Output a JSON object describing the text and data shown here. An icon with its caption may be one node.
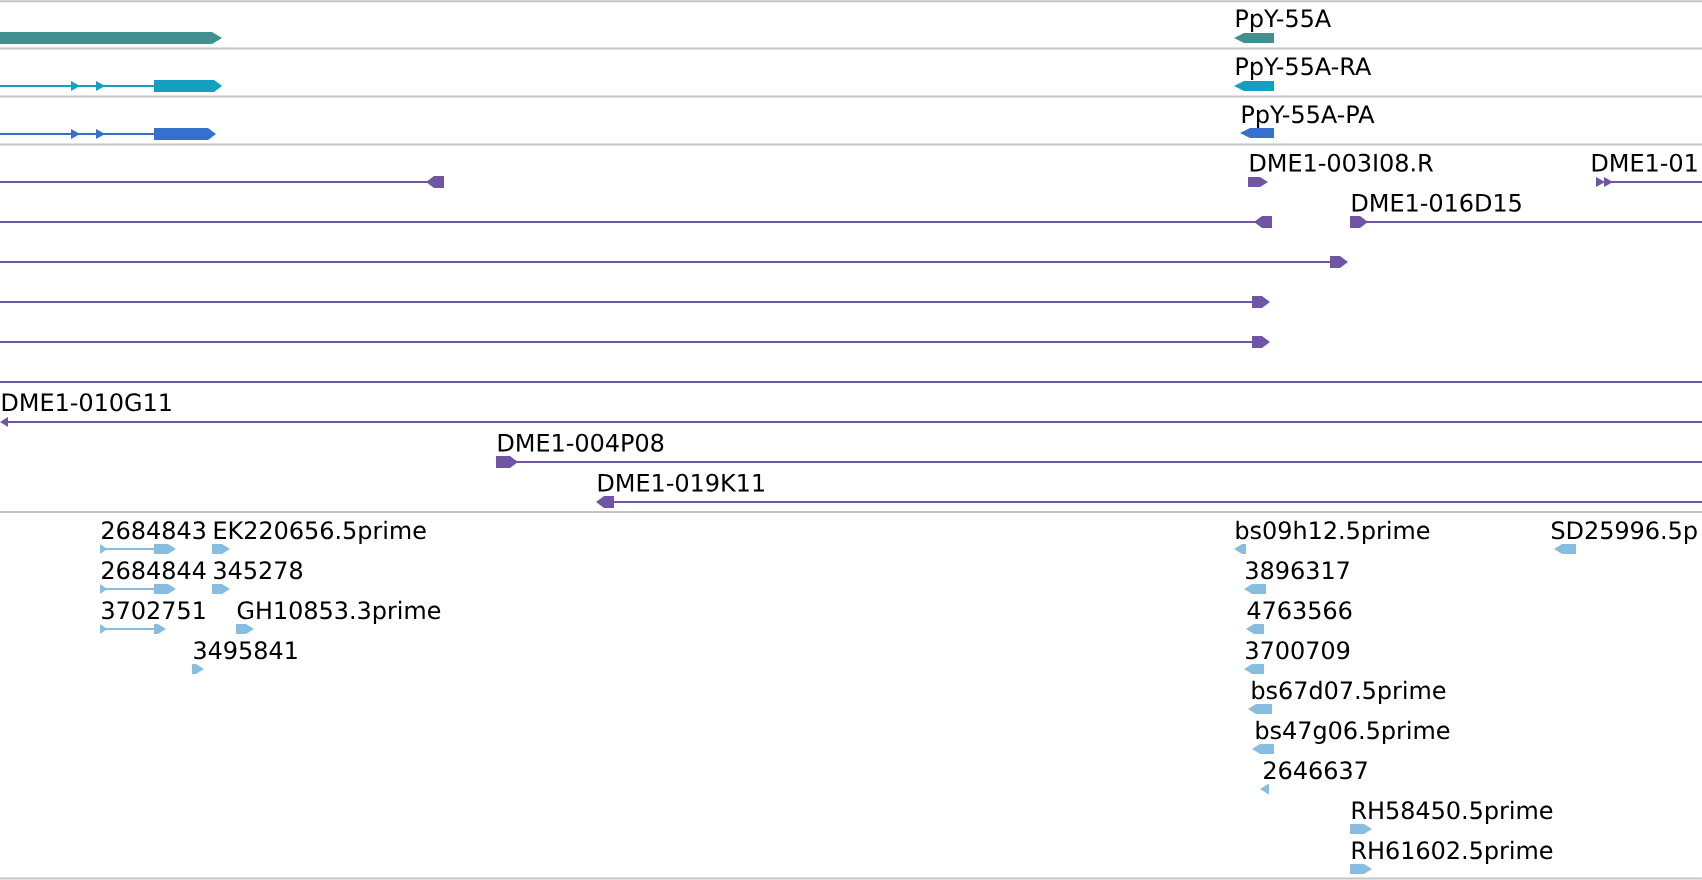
{
  "diagram": {
    "labels": [
      "PpY-55A",
      "PpY-55A-RA",
      "PpY-55A-PA",
      "DME1-003I08.R",
      "DME1-01",
      "DME1-016D15",
      "DME1-010G11",
      "DME1-004P08",
      "DME1-019K11",
      "2684843",
      "EK220656.5prime",
      "bs09h12.5prime",
      "SD25996.5p",
      "2684844",
      "345278",
      "3896317",
      "3702751",
      "GH10853.3prime",
      "4763566",
      "3495841",
      "3700709",
      "bs67d07.5prime",
      "bs47g06.5prime",
      "2646637",
      "RH58450.5prime",
      "RH61602.5prime"
    ]
  }
}
